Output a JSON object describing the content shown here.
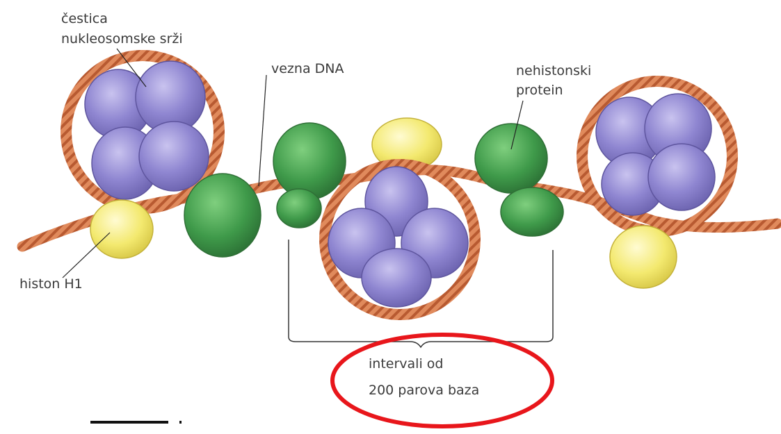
{
  "labels": {
    "core_particle_line1": "čestica",
    "core_particle_line2": "nukleosomske srži",
    "linker_dna": "vezna DNA",
    "nonhistone_line1": "nehistonski",
    "nonhistone_line2": "protein",
    "histone_h1": "histon H1",
    "interval_line1": "intervali od",
    "interval_line2": "200 parova baza"
  },
  "colors": {
    "histone_core": "#8d84cf",
    "histone_core_light": "#b8b1e6",
    "histone_core_dark": "#6f66b3",
    "nonhistone_protein": "#3f9a4a",
    "nonhistone_light": "#6cc06f",
    "histone_h1": "#f2e66a",
    "histone_h1_light": "#fdf6b0",
    "dna": "#e08a5c",
    "dna_dark": "#b3552e",
    "highlight_ellipse": "#e8161b",
    "label_text": "#3a3a3a"
  }
}
